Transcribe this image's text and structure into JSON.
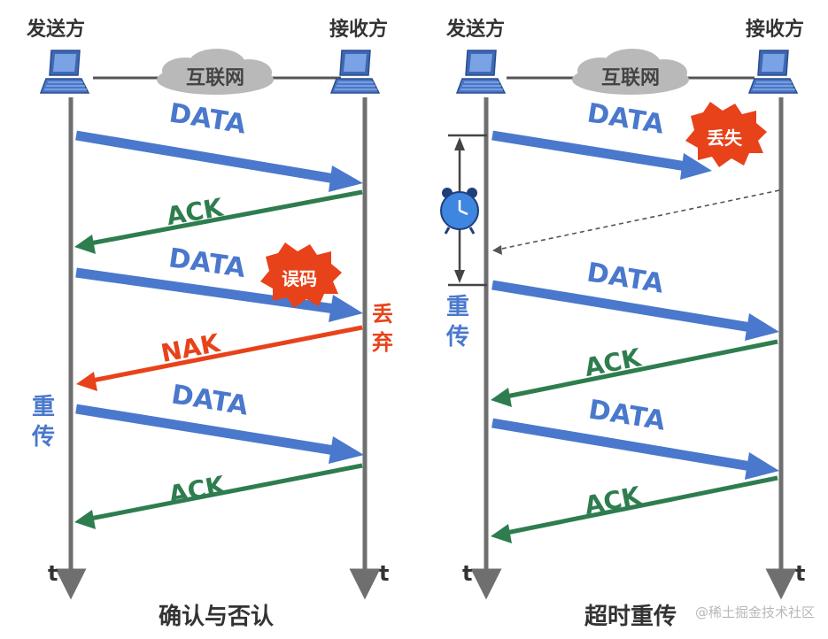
{
  "left_panel": {
    "sender_label": "发送方",
    "receiver_label": "接收方",
    "network_label": "互联网",
    "caption": "确认与否认",
    "time_label_sender": "t",
    "time_label_receiver": "t",
    "messages": [
      {
        "text": "DATA",
        "color": "#4a78cc"
      },
      {
        "text": "ACK",
        "color": "#2e7d4f"
      },
      {
        "text": "DATA",
        "color": "#4a78cc"
      },
      {
        "text": "NAK",
        "color": "#e8421a"
      },
      {
        "text": "DATA",
        "color": "#4a78cc"
      },
      {
        "text": "ACK",
        "color": "#2e7d4f"
      }
    ],
    "error_badge": "误码",
    "discard_label": "丢弃",
    "retransmit_label": "重传"
  },
  "right_panel": {
    "sender_label": "发送方",
    "receiver_label": "接收方",
    "network_label": "互联网",
    "caption": "超时重传",
    "time_label_sender": "t",
    "time_label_receiver": "t",
    "messages": [
      {
        "text": "DATA",
        "color": "#4a78cc"
      },
      {
        "text": "DATA",
        "color": "#4a78cc"
      },
      {
        "text": "ACK",
        "color": "#2e7d4f"
      },
      {
        "text": "DATA",
        "color": "#4a78cc"
      },
      {
        "text": "ACK",
        "color": "#2e7d4f"
      }
    ],
    "lost_badge": "丢失",
    "retransmit_label": "重传"
  },
  "watermark": "@稀土掘金技术社区",
  "colors": {
    "data_blue": "#4a78cc",
    "ack_green": "#2e7d4f",
    "nak_red": "#e8421a",
    "timeline_gray": "#6f6f6f",
    "cloud_gray": "#b9b9b9",
    "clock_blue": "#3f86e0"
  }
}
